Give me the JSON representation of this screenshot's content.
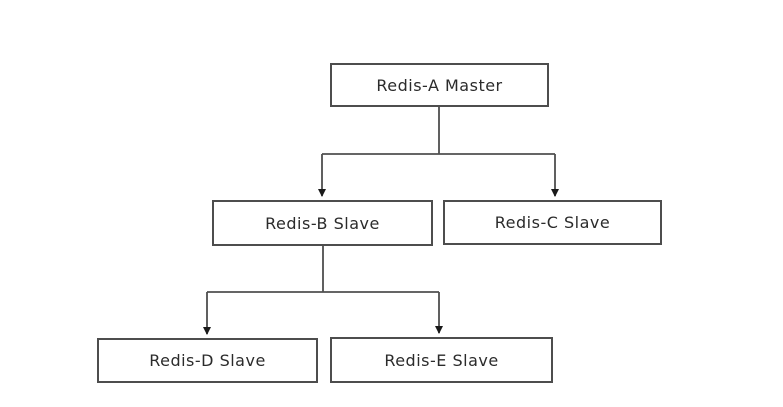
{
  "diagram": {
    "type": "tree",
    "nodes": [
      {
        "id": "redis-a",
        "label": "Redis-A Master"
      },
      {
        "id": "redis-b",
        "label": "Redis-B Slave"
      },
      {
        "id": "redis-c",
        "label": "Redis-C Slave"
      },
      {
        "id": "redis-d",
        "label": "Redis-D Slave"
      },
      {
        "id": "redis-e",
        "label": "Redis-E Slave"
      }
    ],
    "edges": [
      {
        "from": "redis-a",
        "to": "redis-b",
        "arrow": "down"
      },
      {
        "from": "redis-a",
        "to": "redis-c",
        "arrow": "down"
      },
      {
        "from": "redis-b",
        "to": "redis-d",
        "arrow": "down"
      },
      {
        "from": "redis-b",
        "to": "redis-e",
        "arrow": "down"
      }
    ],
    "colors": {
      "background": "#ffffff",
      "box_fill": "#ffffff",
      "box_border": "#4d4d4d",
      "line": "#4f4f4f",
      "arrowhead": "#1a1a1a",
      "text": "#2b2b2b"
    }
  }
}
